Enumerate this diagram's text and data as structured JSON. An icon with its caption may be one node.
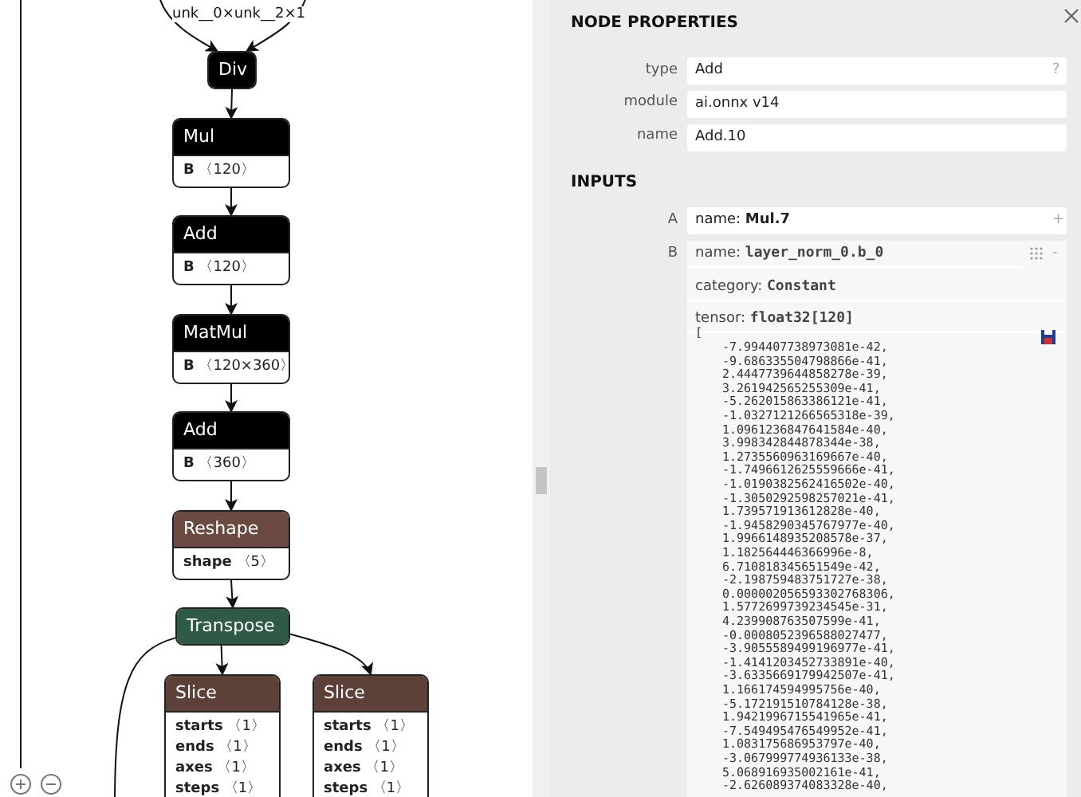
{
  "diagram": {
    "nodes": [
      {
        "text": [
          "Div"
        ]
      },
      {
        "text": [
          "Mul",
          "**B** 〈120〉"
        ]
      },
      {
        "text": [
          "Add",
          "**B** 〈120〉"
        ]
      },
      {
        "text": [
          "MatMul",
          "**B** 〈120×360〉"
        ]
      },
      {
        "text": [
          "Add",
          "**B** 〈360〉"
        ]
      },
      {
        "text": [
          "Reshape",
          "**shape** 〈5〉"
        ]
      },
      {
        "text": [
          "Transpose"
        ]
      },
      {
        "text": [
          "Slice",
          "**starts** 〈1〉",
          "**ends** 〈1〉",
          "**axes** 〈1〉",
          "**steps** 〈1〉"
        ]
      },
      {
        "text": [
          "Slice",
          "**starts** 〈1〉",
          "**ends** 〈1〉",
          "**axes** 〈1〉",
          "**steps** 〈1〉"
        ]
      }
    ],
    "edges": [
      {
        "from": null,
        "to": 0,
        "arrow": "to",
        "label": "unk__0×unk__2×1"
      },
      {
        "from": null,
        "to": 0,
        "arrow": "to"
      },
      {
        "from": 0,
        "to": 1,
        "arrow": "to"
      },
      {
        "from": 1,
        "to": 2,
        "arrow": "to"
      },
      {
        "from": 2,
        "to": 3,
        "arrow": "to"
      },
      {
        "from": 3,
        "to": 4,
        "arrow": "to"
      },
      {
        "from": 4,
        "to": 5,
        "arrow": "to"
      },
      {
        "from": 5,
        "to": 6,
        "arrow": "to"
      },
      {
        "from": 6,
        "to": 7,
        "arrow": "to"
      },
      {
        "from": 6,
        "to": 8,
        "arrow": "to"
      },
      {
        "from": 6,
        "to": null,
        "arrow": "none"
      }
    ],
    "labels": [
      "NODE PROPERTIES",
      "type",
      "Add",
      "?",
      "module",
      "ai.onnx v14",
      "name",
      "Add.10",
      "INPUTS",
      "A",
      "name: **Mul.7**",
      "+",
      "B",
      "name: **layer_norm_0.b_0**",
      "-",
      "category: **Constant**",
      "tensor: **float32[120]**",
      "[",
      "-7.994407738973081e-42,",
      "-9.686335504798866e-41,",
      "2.4447739644858278e-39,",
      "3.261942565255309e-41,",
      "-5.262015863386121e-41,",
      "-1.0327121266565318e-39,",
      "1.0961236847641584e-40,",
      "3.998342844878344e-38,",
      "1.2735560963169667e-40,",
      "-1.7496612625559666e-41,",
      "-1.0190382562416502e-40,",
      "-1.3050292598257021e-41,",
      "1.739571913612828e-40,",
      "-1.9458290345767977e-40,",
      "1.9966148935208578e-37,",
      "1.182564446366996e-8,",
      "6.710818345651549e-42,",
      "-2.198759483751727e-38,",
      "0.000002056593302768306,",
      "1.5772699739234545e-31,",
      "4.239908763507599e-41,",
      "-0.0008052396588027477,",
      "-3.9055589499196977e-41,",
      "-1.4141203452733891e-40,",
      "-3.6335669179942507e-41,",
      "1.166174594995756e-40,",
      "-5.172191510784128e-38,",
      "1.9421996715541965e-41,",
      "-7.549495476549952e-41,",
      "1.083175686953797e-40,",
      "-3.067999774936133e-38,",
      "5.068916935002161e-41,",
      "-2.626089374083328e-40,"
    ]
  }
}
